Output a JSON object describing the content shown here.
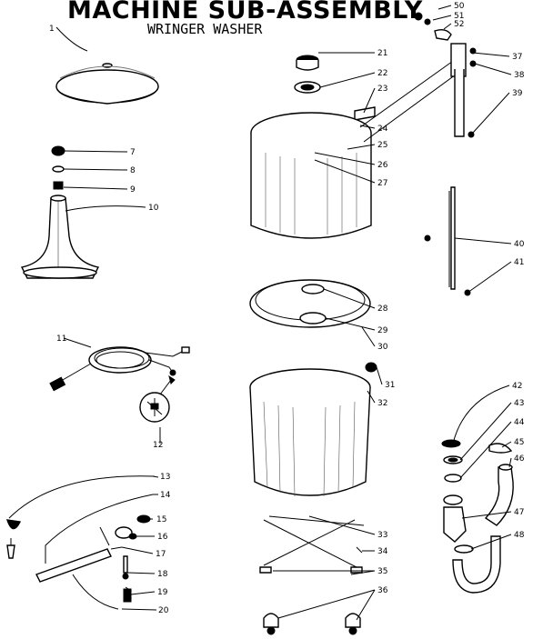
{
  "title": "MACHINE SUB-ASSEMBLY",
  "subtitle": "WRINGER WASHER",
  "callouts": [
    "1",
    "7",
    "8",
    "9",
    "10",
    "11",
    "12",
    "13",
    "14",
    "15",
    "16",
    "17",
    "18",
    "19",
    "20",
    "21",
    "22",
    "23",
    "24",
    "25",
    "26",
    "27",
    "28",
    "29",
    "30",
    "31",
    "32",
    "33",
    "34",
    "35",
    "36",
    "37",
    "38",
    "39",
    "40",
    "41",
    "42",
    "43",
    "44",
    "45",
    "46",
    "47",
    "48",
    "50",
    "51",
    "52"
  ]
}
